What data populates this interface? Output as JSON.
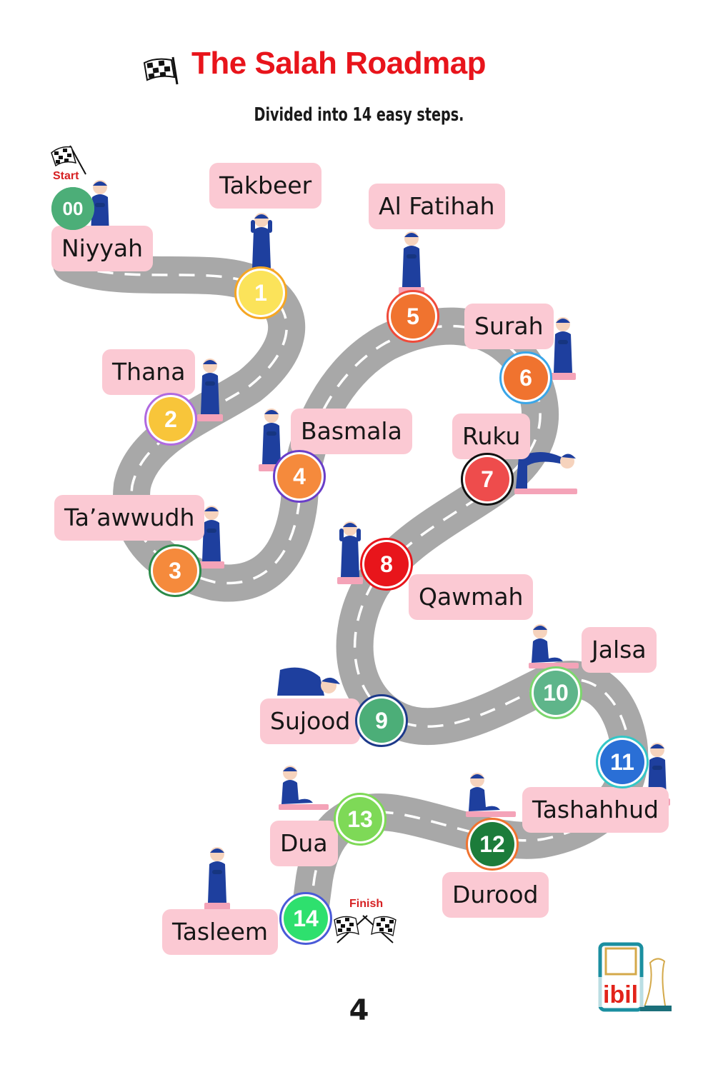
{
  "header": {
    "title": "The Salah Roadmap",
    "subtitle": "Divided into 14 easy steps."
  },
  "markers": {
    "start": "Start",
    "finish": "Finish"
  },
  "steps": [
    {
      "number": "00",
      "label": "Niyyah",
      "badge_color": "#4cae78",
      "ring_color": "#4cae78"
    },
    {
      "number": "1",
      "label": "Takbeer",
      "badge_color": "#fbe35a",
      "ring_color": "#f5a623"
    },
    {
      "number": "2",
      "label": "Thana",
      "badge_color": "#f8c53a",
      "ring_color": "#b06ae0"
    },
    {
      "number": "3",
      "label": "Ta’awwudh",
      "badge_color": "#f58a3c",
      "ring_color": "#2a8a48"
    },
    {
      "number": "4",
      "label": "Basmala",
      "badge_color": "#f58a3c",
      "ring_color": "#6a3ec8"
    },
    {
      "number": "5",
      "label": "Al Fatihah",
      "badge_color": "#f0732f",
      "ring_color": "#ef4b3a"
    },
    {
      "number": "6",
      "label": "Surah",
      "badge_color": "#f0732f",
      "ring_color": "#3aa6e8"
    },
    {
      "number": "7",
      "label": "Ruku",
      "badge_color": "#ee4c4c",
      "ring_color": "#111111"
    },
    {
      "number": "8",
      "label": "Qawmah",
      "badge_color": "#e8151b",
      "ring_color": "#e8151b"
    },
    {
      "number": "9",
      "label": "Sujood",
      "badge_color": "#4cae78",
      "ring_color": "#1d3a8a"
    },
    {
      "number": "10",
      "label": "Jalsa",
      "badge_color": "#5fb58a",
      "ring_color": "#7cd66e"
    },
    {
      "number": "11",
      "label": "Tashahhud",
      "badge_color": "#2a6fd6",
      "ring_color": "#34c7c7"
    },
    {
      "number": "12",
      "label": "Durood",
      "badge_color": "#1c7c3a",
      "ring_color": "#f0732f"
    },
    {
      "number": "13",
      "label": "Dua",
      "badge_color": "#7ed957",
      "ring_color": "#7ed957"
    },
    {
      "number": "14",
      "label": "Tasleem",
      "badge_color": "#2ee06e",
      "ring_color": "#4a5ad8"
    }
  ],
  "footer": {
    "page_number": "4",
    "logo_text": "ibil"
  },
  "colors": {
    "title": "#e8141b",
    "label_bg": "#fbc9d3",
    "road": "#a8a8a8",
    "road_dash": "#ffffff",
    "figure_robe": "#1e3f9e",
    "prayer_mat": "#f4a3b8"
  }
}
